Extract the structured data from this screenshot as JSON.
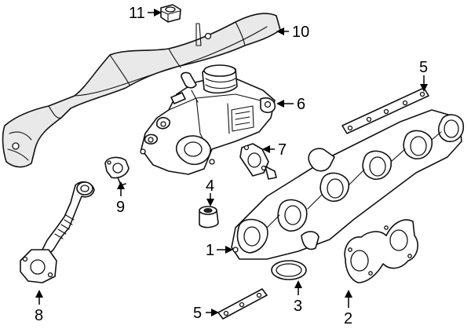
{
  "callouts": [
    {
      "id": "c1",
      "number": "1"
    },
    {
      "id": "c2",
      "number": "2"
    },
    {
      "id": "c3",
      "number": "3"
    },
    {
      "id": "c4",
      "number": "4"
    },
    {
      "id": "c5a",
      "number": "5"
    },
    {
      "id": "c5b",
      "number": "5"
    },
    {
      "id": "c6",
      "number": "6"
    },
    {
      "id": "c7",
      "number": "7"
    },
    {
      "id": "c8",
      "number": "8"
    },
    {
      "id": "c9",
      "number": "9"
    },
    {
      "id": "c10",
      "number": "10"
    },
    {
      "id": "c11",
      "number": "11"
    }
  ]
}
